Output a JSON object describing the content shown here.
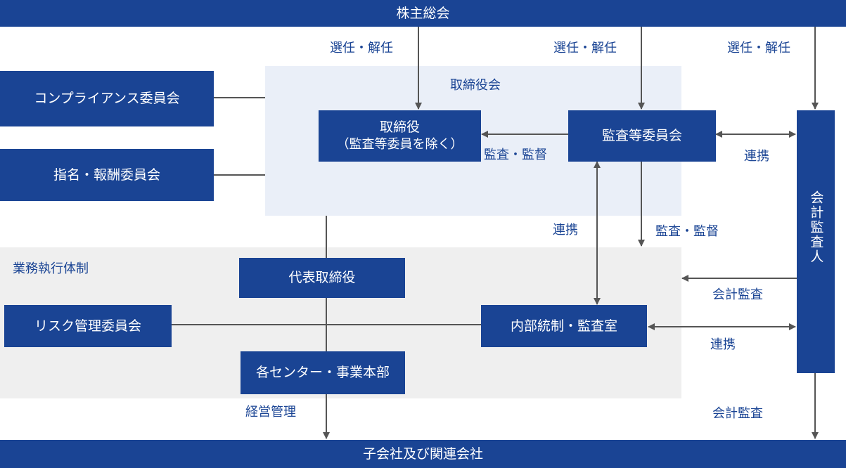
{
  "colors": {
    "box": "#1a4494",
    "board_bg": "#eaeff8",
    "exec_bg": "#efefef",
    "line": "#555555"
  },
  "boxes": {
    "shareholders": "株主総会",
    "compliance": "コンプライアンス委員会",
    "nomination": "指名・報酬委員会",
    "directors_line1": "取締役",
    "directors_line2": "（監査等委員を除く）",
    "audit_committee": "監査等委員会",
    "accounting_auditor": "会計監査人",
    "representative": "代表取締役",
    "risk": "リスク管理委員会",
    "internal_control": "内部統制・監査室",
    "centers": "各センター・事業本部",
    "subsidiaries": "子会社及び関連会社"
  },
  "regions": {
    "board": "取締役会",
    "execution": "業務執行体制"
  },
  "labels": {
    "elect1": "選任・解任",
    "elect2": "選任・解任",
    "elect3": "選任・解任",
    "audit_supervise1": "監査・監督",
    "audit_supervise2": "監査・監督",
    "coop1": "連携",
    "coop2": "連携",
    "coop3": "連携",
    "acct_audit1": "会計監査",
    "acct_audit2": "会計監査",
    "management": "経営管理"
  }
}
